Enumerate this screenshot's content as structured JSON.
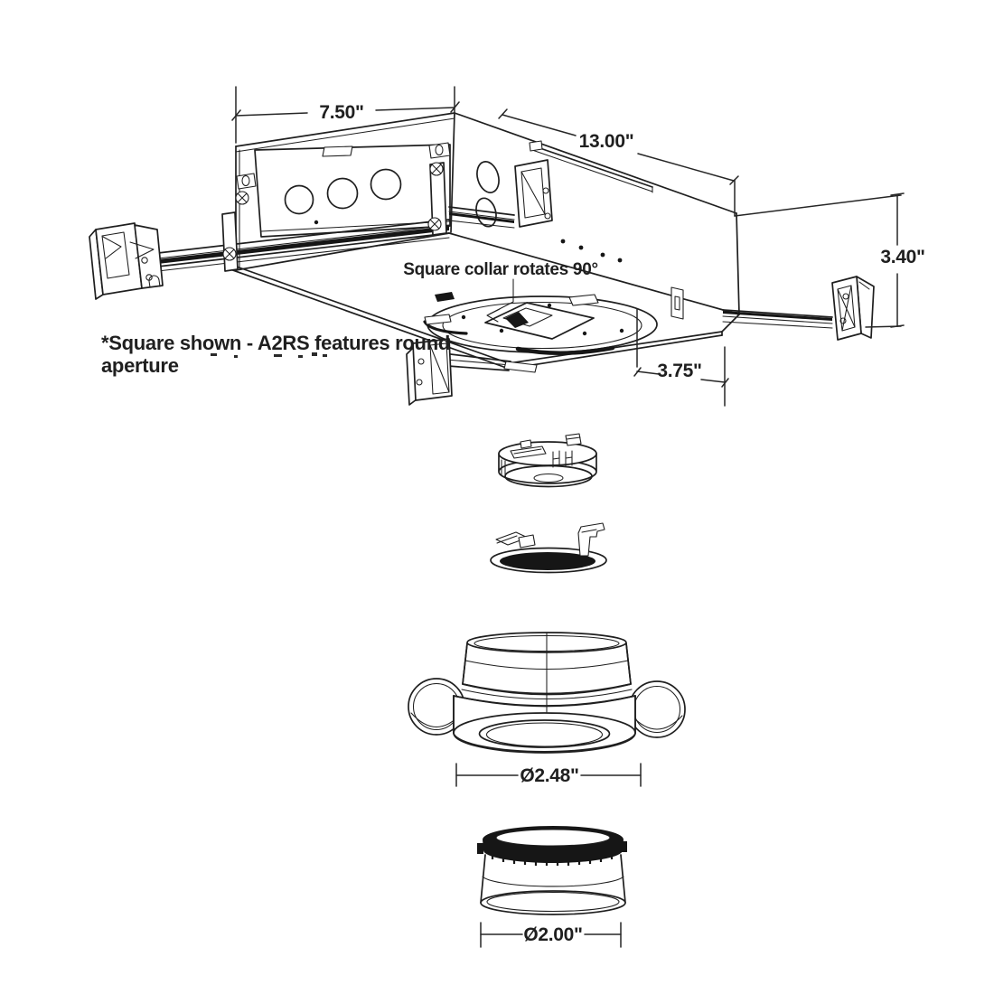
{
  "diagram": {
    "title_hint": "recessed housing technical line drawing",
    "line_color": "#1f1f1f",
    "background": "#ffffff",
    "housing": {
      "note_line1": "*Square shown - A2RS features round",
      "note_line2": "aperture",
      "collar_label": "Square collar rotates 90°",
      "dimensions": {
        "front_width": "7.50\"",
        "side_length": "13.00\"",
        "height": "3.40\"",
        "collar_inset": "3.75\""
      }
    },
    "components": {
      "gimbal_trim": {
        "diameter": "Ø2.48\""
      },
      "lens": {
        "diameter": "Ø2.00\""
      }
    }
  }
}
